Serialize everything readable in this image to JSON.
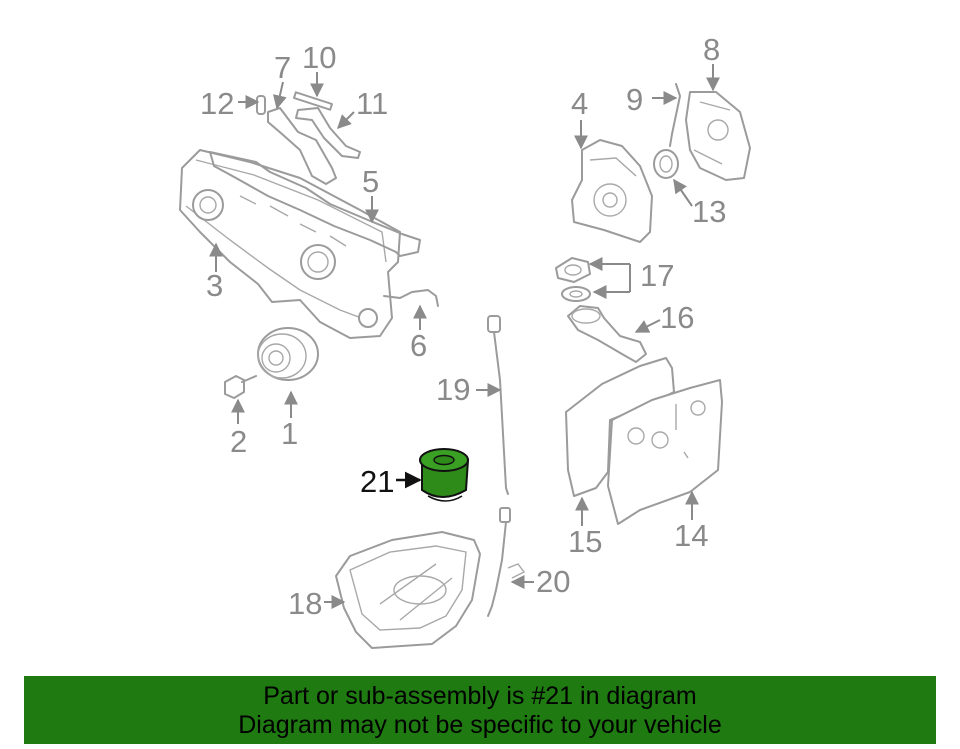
{
  "diagram": {
    "labels": {
      "p1": "1",
      "p2": "2",
      "p3": "3",
      "p4": "4",
      "p5": "5",
      "p6": "6",
      "p7": "7",
      "p8": "8",
      "p9": "9",
      "p10": "10",
      "p11": "11",
      "p12": "12",
      "p13": "13",
      "p14": "14",
      "p15": "15",
      "p16": "16",
      "p17": "17",
      "p18": "18",
      "p19": "19",
      "p20": "20",
      "p21": "21"
    },
    "highlight_part": "21",
    "colors": {
      "highlight": "#2e8b1a",
      "parts": "#9b9b9b",
      "banner": "#1f7a12"
    }
  },
  "footer": {
    "line1": "Part or sub-assembly is #21 in diagram",
    "line2": "Diagram may not be specific to your vehicle"
  }
}
